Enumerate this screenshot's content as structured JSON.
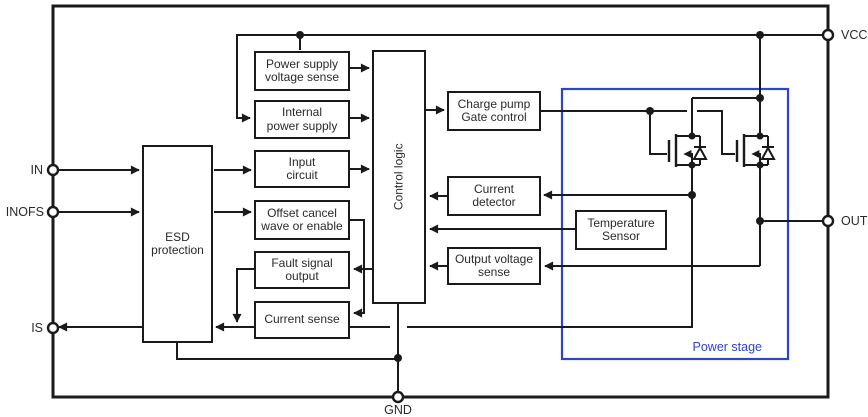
{
  "diagram": {
    "pins": {
      "in": "IN",
      "inofs": "INOFS",
      "is": "IS",
      "vcc": "VCC",
      "out": "OUT",
      "gnd": "GND"
    },
    "blocks": {
      "esd_protection": "ESD\nprotection",
      "power_supply_voltage_sense": "Power supply\nvoltage sense",
      "internal_power_supply": "Internal\npower supply",
      "input_circuit": "Input\ncircuit",
      "offset_cancel": "Offset cancel\nwave or enable",
      "fault_signal_output": "Fault signal\noutput",
      "current_sense": "Current sense",
      "control_logic": "Control logic",
      "charge_pump_gate_control": "Charge pump\nGate control",
      "current_detector": "Current\ndetector",
      "temperature_sensor": "Temperature\nSensor",
      "output_voltage_sense": "Output voltage\nsense"
    },
    "regions": {
      "power_stage": "Power stage"
    },
    "colors": {
      "wire": "#1a1a1a",
      "power_stage_border": "#2e45cb",
      "background": "#ffffff",
      "text": "#2a2a2a"
    }
  }
}
